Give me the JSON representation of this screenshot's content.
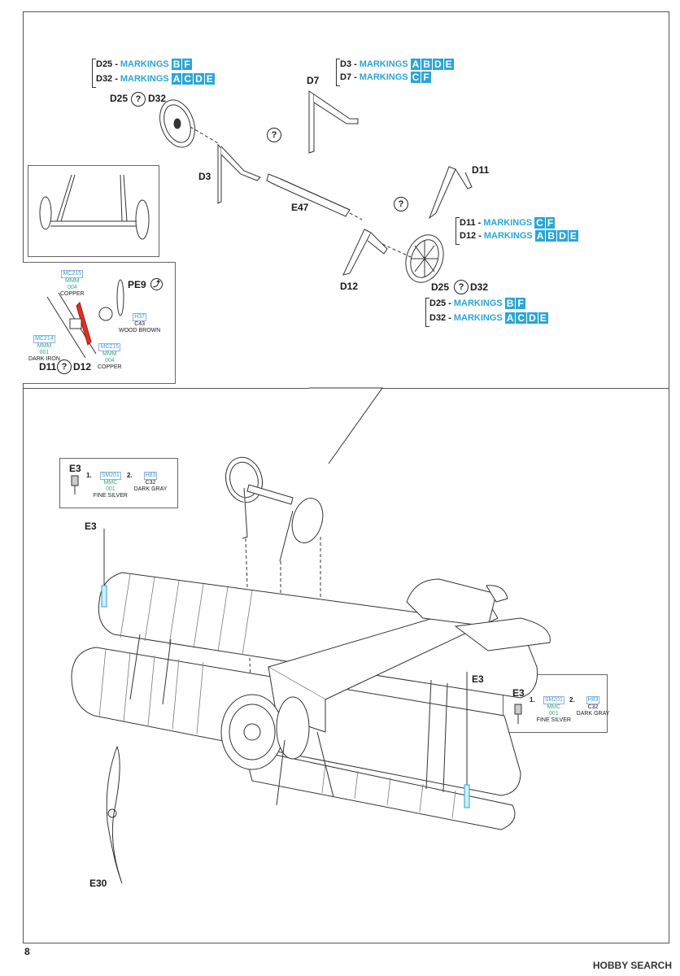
{
  "page_number": "8",
  "watermark": "HOBBY SEARCH",
  "top_section": {
    "d25_top_markings": {
      "part": "D25",
      "word": "MARKINGS",
      "boxes": [
        "B",
        "F"
      ]
    },
    "d32_top_markings": {
      "part": "D32",
      "word": "MARKINGS",
      "boxes": [
        "A",
        "C",
        "D",
        "E"
      ]
    },
    "d3_markings": {
      "part": "D3",
      "word": "MARKINGS",
      "boxes": [
        "A",
        "B",
        "D",
        "E"
      ]
    },
    "d7_markings": {
      "part": "D7",
      "word": "MARKINGS",
      "boxes": [
        "C",
        "F"
      ]
    },
    "d11_markings": {
      "part": "D11",
      "word": "MARKINGS",
      "boxes": [
        "C",
        "F"
      ]
    },
    "d12_markings": {
      "part": "D12",
      "word": "MARKINGS",
      "boxes": [
        "A",
        "B",
        "D",
        "E"
      ]
    },
    "d25_bottom_markings": {
      "part": "D25",
      "word": "MARKINGS",
      "boxes": [
        "B",
        "F"
      ]
    },
    "d32_bottom_markings": {
      "part": "D32",
      "word": "MARKINGS",
      "boxes": [
        "A",
        "C",
        "D",
        "E"
      ]
    },
    "labels": {
      "d25_d32_left": {
        "a": "D25",
        "b": "D32"
      },
      "d7": "D7",
      "d3": "D3",
      "e47": "E47",
      "d11": "D11",
      "d12": "D12",
      "d25_d32_right": {
        "a": "D25",
        "b": "D32"
      },
      "question": "?"
    },
    "pe9_inset": {
      "part": "PE9",
      "paints": [
        {
          "code": "MC215",
          "brand": "MMM",
          "num": "004",
          "name": "COPPER"
        },
        {
          "code": "H37",
          "brand": "C43",
          "num": "",
          "name": "WOOD BROWN"
        },
        {
          "code": "MC214",
          "brand": "MMM",
          "num": "001",
          "name": "DARK IRON"
        },
        {
          "code": "MC215",
          "brand": "MMM",
          "num": "004",
          "name": "COPPER"
        }
      ],
      "parts": {
        "a": "D11",
        "b": "D12"
      }
    }
  },
  "bottom_section": {
    "e3_inset_left": {
      "part": "E3",
      "steps": [
        {
          "n": "1.",
          "code": "SM201",
          "brand": "MMC",
          "num": "001",
          "name": "FINE SILVER"
        },
        {
          "n": "2.",
          "code": "H83",
          "brand": "C32",
          "num": "",
          "name": "DARK GRAY"
        }
      ]
    },
    "e3_inset_right": {
      "part": "E3",
      "steps": [
        {
          "n": "1.",
          "code": "SM201",
          "brand": "MMC",
          "num": "001",
          "name": "FINE SILVER"
        },
        {
          "n": "2.",
          "code": "H83",
          "brand": "C32",
          "num": "",
          "name": "DARK GRAY"
        }
      ]
    },
    "e3_left": "E3",
    "e3_right": "E3",
    "e30": "E30"
  }
}
